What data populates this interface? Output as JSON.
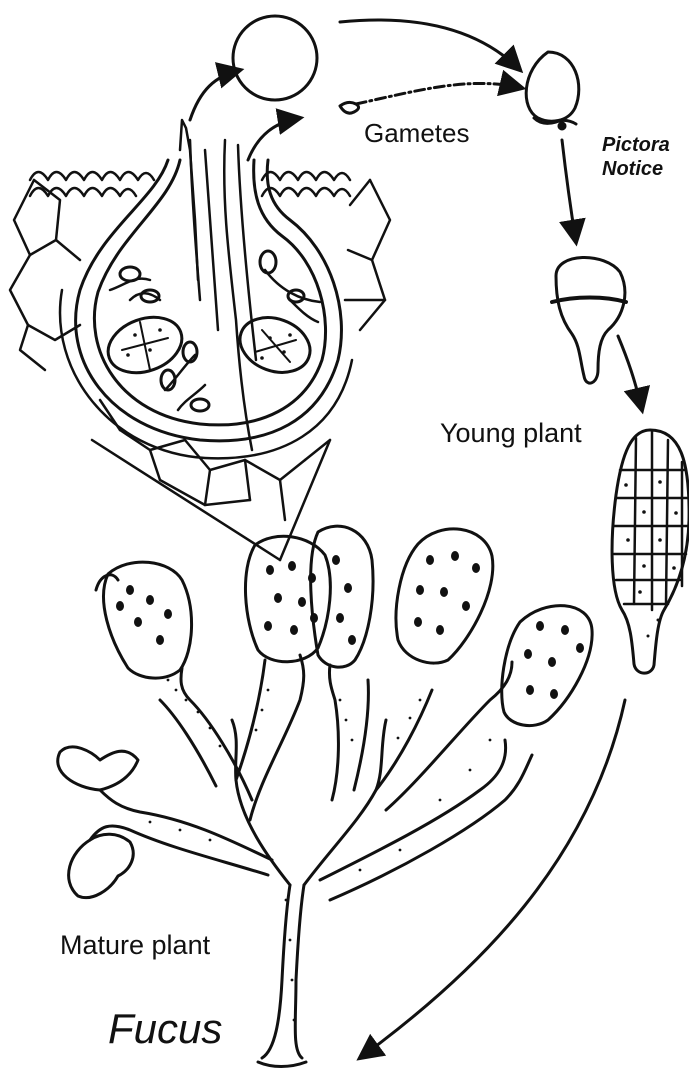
{
  "diagram": {
    "title": "Fucus",
    "labels": {
      "gametes": "Gametes",
      "young_plant": "Young plant",
      "mature_plant": "Mature plant"
    },
    "watermark": {
      "line1": "Pictora",
      "line2": "Notice"
    }
  },
  "colors": {
    "ink": "#111111",
    "background": "#ffffff"
  }
}
